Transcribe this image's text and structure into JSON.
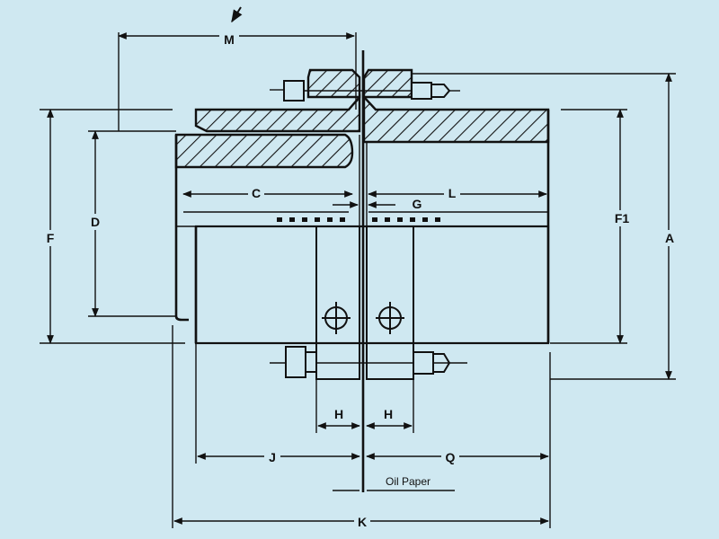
{
  "diagram": {
    "background": "#cfe8f1",
    "line_color": "#111111",
    "labels": {
      "M": "M",
      "A": "A",
      "F": "F",
      "F1": "F1",
      "D": "D",
      "C": "C",
      "L": "L",
      "G": "G",
      "H_left": "H",
      "H_right": "H",
      "J": "J",
      "Q": "Q",
      "K": "K",
      "oil_paper": "Oil Paper"
    }
  }
}
